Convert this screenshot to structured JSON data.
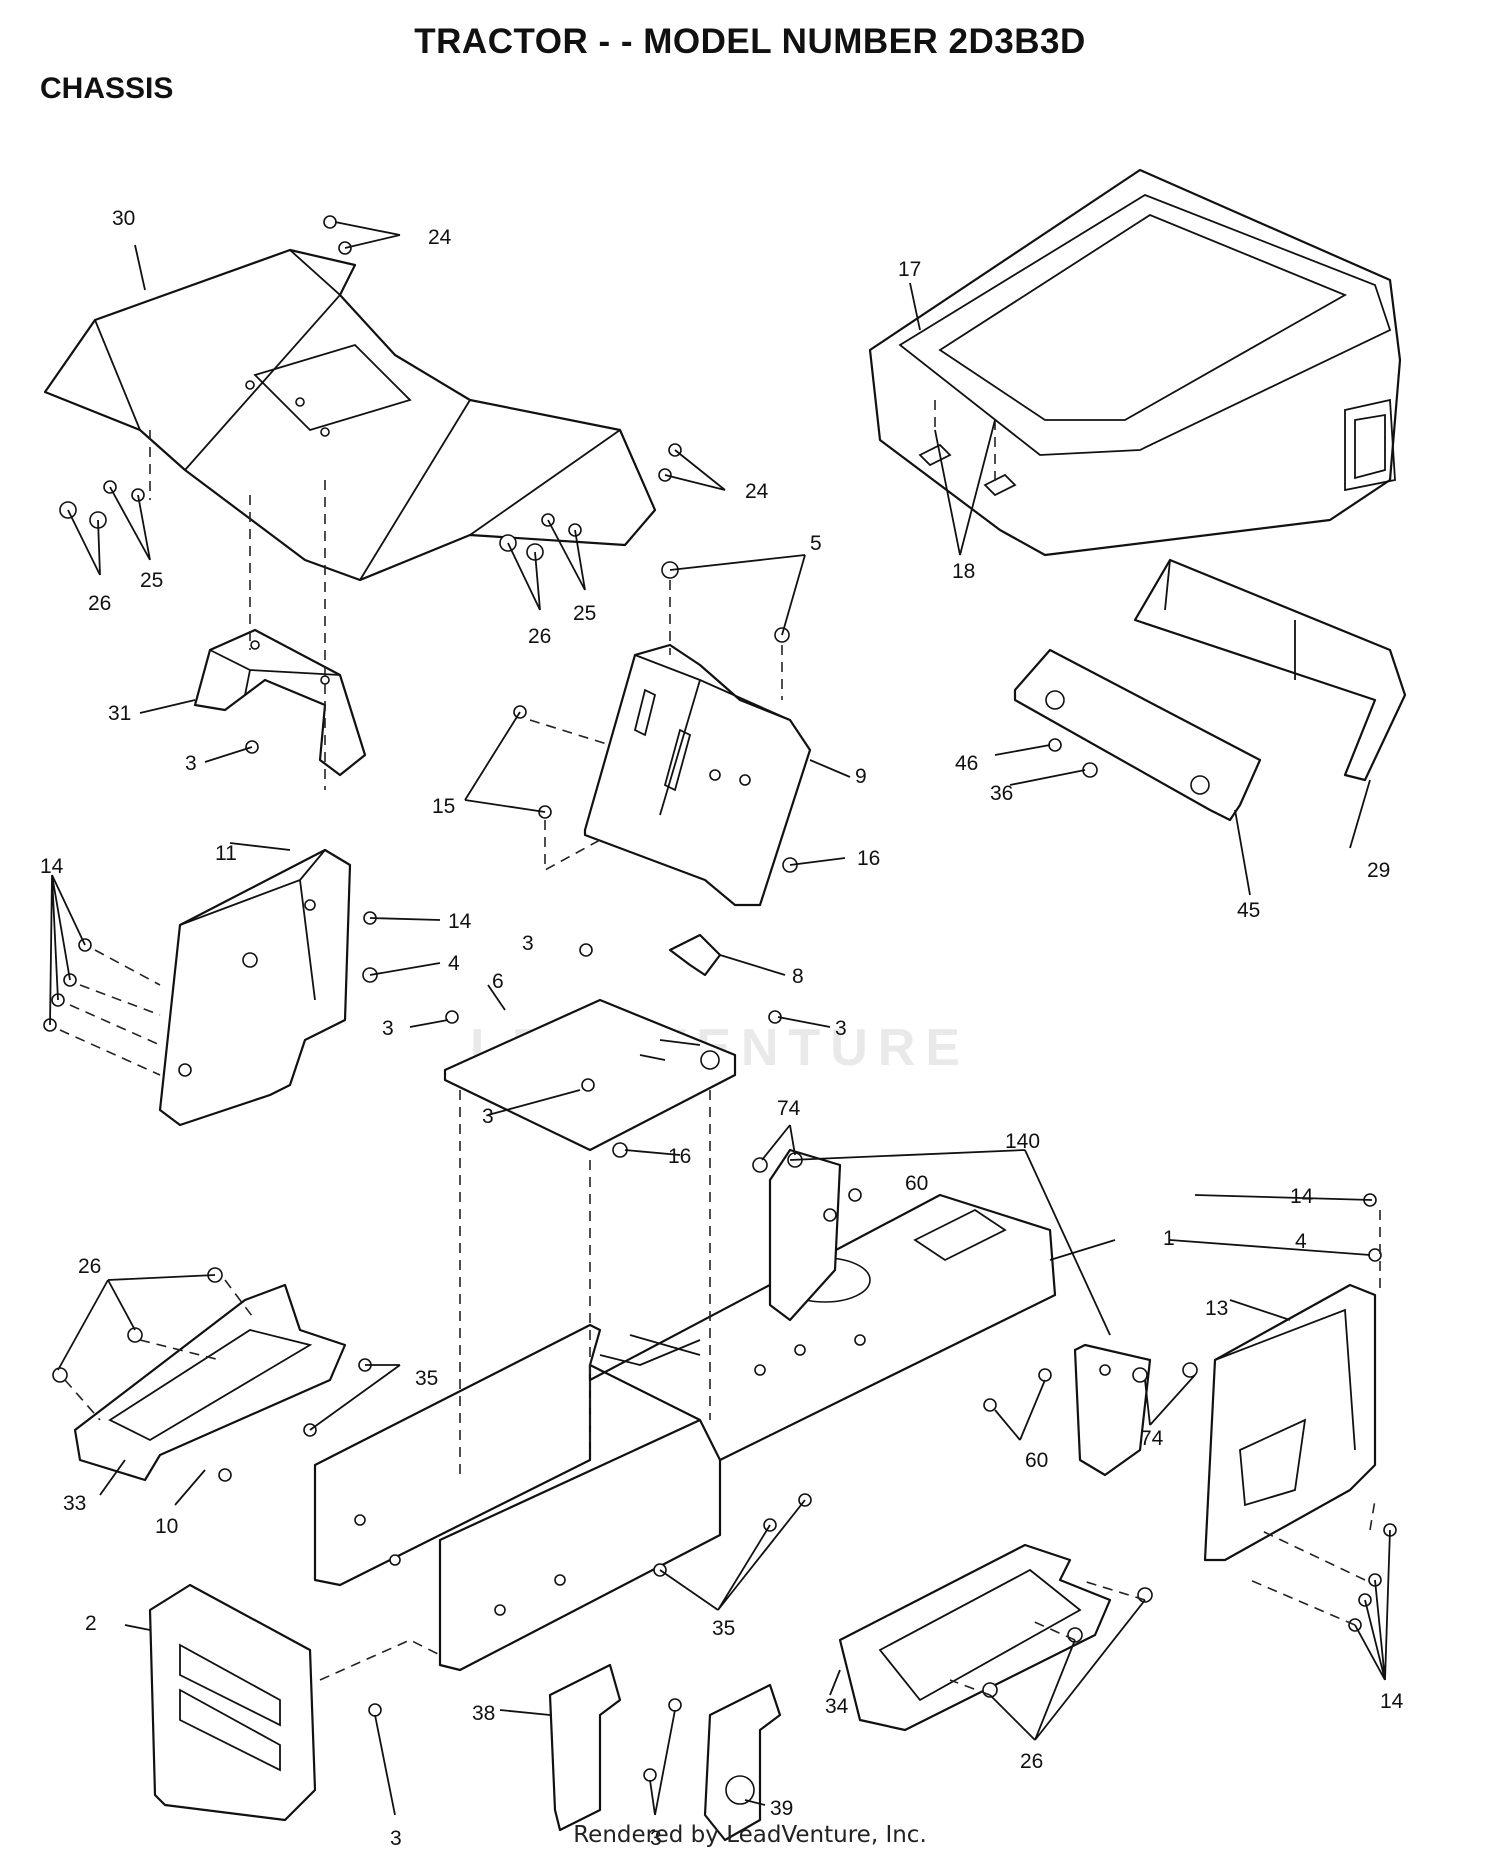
{
  "header": {
    "title": "TRACTOR - - MODEL NUMBER 2D3B3D",
    "section": "CHASSIS"
  },
  "watermark": "LEADVENTURE",
  "footer": "Rendered by LeadVenture, Inc.",
  "callouts": [
    {
      "id": "c30",
      "label": "30"
    },
    {
      "id": "c24a",
      "label": "24"
    },
    {
      "id": "c17",
      "label": "17"
    },
    {
      "id": "c24b",
      "label": "24"
    },
    {
      "id": "c25a",
      "label": "25"
    },
    {
      "id": "c26a",
      "label": "26"
    },
    {
      "id": "c5",
      "label": "5"
    },
    {
      "id": "c18",
      "label": "18"
    },
    {
      "id": "c26b",
      "label": "26"
    },
    {
      "id": "c25b",
      "label": "25"
    },
    {
      "id": "c31",
      "label": "31"
    },
    {
      "id": "c3a",
      "label": "3"
    },
    {
      "id": "c15",
      "label": "15"
    },
    {
      "id": "c9",
      "label": "9"
    },
    {
      "id": "c46",
      "label": "46"
    },
    {
      "id": "c36",
      "label": "36"
    },
    {
      "id": "c14a",
      "label": "14"
    },
    {
      "id": "c11",
      "label": "11"
    },
    {
      "id": "c16a",
      "label": "16"
    },
    {
      "id": "c29",
      "label": "29"
    },
    {
      "id": "c45",
      "label": "45"
    },
    {
      "id": "c14b",
      "label": "14"
    },
    {
      "id": "c3b",
      "label": "3"
    },
    {
      "id": "c4a",
      "label": "4"
    },
    {
      "id": "c8",
      "label": "8"
    },
    {
      "id": "c6",
      "label": "6"
    },
    {
      "id": "c3c",
      "label": "3"
    },
    {
      "id": "c3d",
      "label": "3"
    },
    {
      "id": "c3e",
      "label": "3"
    },
    {
      "id": "c74a",
      "label": "74"
    },
    {
      "id": "c140",
      "label": "140"
    },
    {
      "id": "c16b",
      "label": "16"
    },
    {
      "id": "c60a",
      "label": "60"
    },
    {
      "id": "c14c",
      "label": "14"
    },
    {
      "id": "c1",
      "label": "1"
    },
    {
      "id": "c4b",
      "label": "4"
    },
    {
      "id": "c26c",
      "label": "26"
    },
    {
      "id": "c13",
      "label": "13"
    },
    {
      "id": "c35a",
      "label": "35"
    },
    {
      "id": "c74b",
      "label": "74"
    },
    {
      "id": "c60b",
      "label": "60"
    },
    {
      "id": "c33",
      "label": "33"
    },
    {
      "id": "c10",
      "label": "10"
    },
    {
      "id": "c2",
      "label": "2"
    },
    {
      "id": "c35b",
      "label": "35"
    },
    {
      "id": "c38",
      "label": "38"
    },
    {
      "id": "c34",
      "label": "34"
    },
    {
      "id": "c14d",
      "label": "14"
    },
    {
      "id": "c3f",
      "label": "3"
    },
    {
      "id": "c39",
      "label": "39"
    },
    {
      "id": "c26d",
      "label": "26"
    },
    {
      "id": "c3g",
      "label": "3"
    }
  ]
}
